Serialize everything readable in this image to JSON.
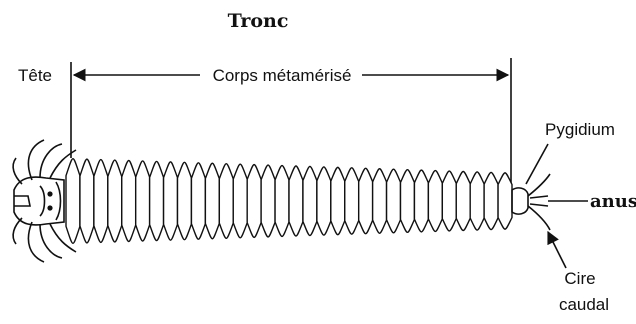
{
  "labels": {
    "trunk": "Tronc",
    "head": "Tête",
    "body": "Corps métamérisé",
    "pygidium": "Pygidium",
    "anus": "anus",
    "cirrus_line1": "Cire",
    "cirrus_line2": "caudal"
  },
  "colors": {
    "ink": "#111111",
    "background": "#ffffff"
  }
}
